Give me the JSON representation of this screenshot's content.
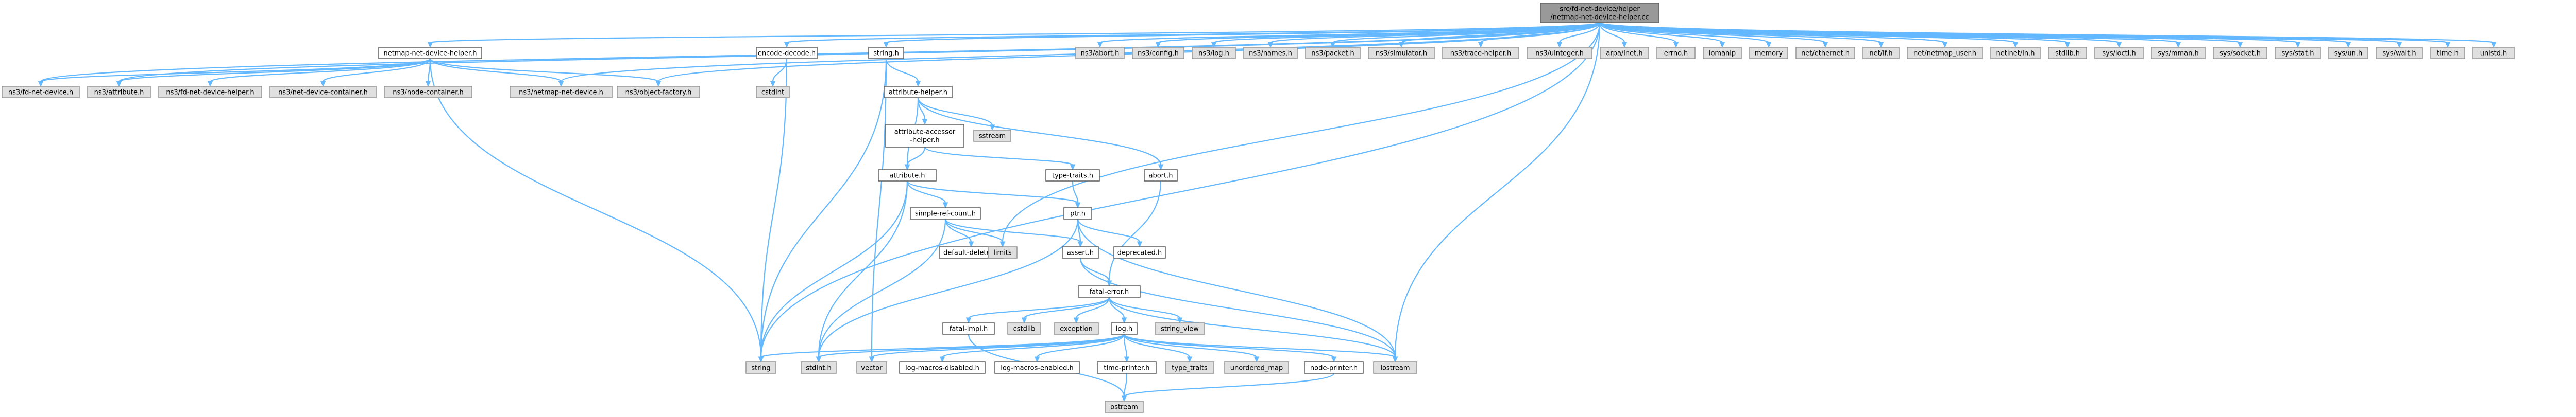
{
  "graph": {
    "title": "src/fd-net-device/helper/netmap-net-device-helper.cc",
    "nodes": [
      {
        "id": "root",
        "kind": "root",
        "lines": [
          "src/fd-net-device/helper",
          "/netmap-net-device-helper.cc"
        ]
      },
      {
        "id": "netmap_helper_h",
        "kind": "file",
        "lines": [
          "netmap-net-device-helper.h"
        ]
      },
      {
        "id": "encode_decode_h",
        "kind": "file",
        "lines": [
          "encode-decode.h"
        ]
      },
      {
        "id": "string_h",
        "kind": "file",
        "lines": [
          "string.h"
        ]
      },
      {
        "id": "ns3_fd_net_device_h",
        "kind": "ext",
        "lines": [
          "ns3/fd-net-device.h"
        ]
      },
      {
        "id": "ns3_attribute_h",
        "kind": "ext",
        "lines": [
          "ns3/attribute.h"
        ]
      },
      {
        "id": "ns3_fd_net_device_helper_h",
        "kind": "ext",
        "lines": [
          "ns3/fd-net-device-helper.h"
        ]
      },
      {
        "id": "ns3_net_device_container_h",
        "kind": "ext",
        "lines": [
          "ns3/net-device-container.h"
        ]
      },
      {
        "id": "ns3_node_container_h",
        "kind": "ext",
        "lines": [
          "ns3/node-container.h"
        ]
      },
      {
        "id": "ns3_netmap_net_device_h",
        "kind": "ext",
        "lines": [
          "ns3/netmap-net-device.h"
        ]
      },
      {
        "id": "ns3_object_factory_h",
        "kind": "ext",
        "lines": [
          "ns3/object-factory.h"
        ]
      },
      {
        "id": "cstdint",
        "kind": "ext",
        "lines": [
          "cstdint"
        ]
      },
      {
        "id": "attribute_helper_h",
        "kind": "file",
        "lines": [
          "attribute-helper.h"
        ]
      },
      {
        "id": "sstream",
        "kind": "ext",
        "lines": [
          "sstream"
        ]
      },
      {
        "id": "attribute_accessor_helper_h",
        "kind": "file",
        "lines": [
          "attribute-accessor",
          "-helper.h"
        ]
      },
      {
        "id": "type_traits_h",
        "kind": "file",
        "lines": [
          "type-traits.h"
        ]
      },
      {
        "id": "abort_h",
        "kind": "file",
        "lines": [
          "abort.h"
        ]
      },
      {
        "id": "attribute_h",
        "kind": "file",
        "lines": [
          "attribute.h"
        ]
      },
      {
        "id": "simple_ref_count_h",
        "kind": "file",
        "lines": [
          "simple-ref-count.h"
        ]
      },
      {
        "id": "ptr_h",
        "kind": "file",
        "lines": [
          "ptr.h"
        ]
      },
      {
        "id": "default_deleter_h",
        "kind": "file",
        "lines": [
          "default-deleter.h"
        ]
      },
      {
        "id": "limits",
        "kind": "ext",
        "lines": [
          "limits"
        ]
      },
      {
        "id": "assert_h",
        "kind": "file",
        "lines": [
          "assert.h"
        ]
      },
      {
        "id": "deprecated_h",
        "kind": "file",
        "lines": [
          "deprecated.h"
        ]
      },
      {
        "id": "fatal_error_h",
        "kind": "file",
        "lines": [
          "fatal-error.h"
        ]
      },
      {
        "id": "fatal_impl_h",
        "kind": "file",
        "lines": [
          "fatal-impl.h"
        ]
      },
      {
        "id": "cstdlib",
        "kind": "ext",
        "lines": [
          "cstdlib"
        ]
      },
      {
        "id": "exception",
        "kind": "ext",
        "lines": [
          "exception"
        ]
      },
      {
        "id": "log_h",
        "kind": "file",
        "lines": [
          "log.h"
        ]
      },
      {
        "id": "string_view",
        "kind": "ext",
        "lines": [
          "string_view"
        ]
      },
      {
        "id": "string",
        "kind": "ext",
        "lines": [
          "string"
        ]
      },
      {
        "id": "stdint_h",
        "kind": "ext",
        "lines": [
          "stdint.h"
        ]
      },
      {
        "id": "vector",
        "kind": "ext",
        "lines": [
          "vector"
        ]
      },
      {
        "id": "log_macros_disabled_h",
        "kind": "file",
        "lines": [
          "log-macros-disabled.h"
        ]
      },
      {
        "id": "log_macros_enabled_h",
        "kind": "file",
        "lines": [
          "log-macros-enabled.h"
        ]
      },
      {
        "id": "time_printer_h",
        "kind": "file",
        "lines": [
          "time-printer.h"
        ]
      },
      {
        "id": "type_traits",
        "kind": "ext",
        "lines": [
          "type_traits"
        ]
      },
      {
        "id": "unordered_map",
        "kind": "ext",
        "lines": [
          "unordered_map"
        ]
      },
      {
        "id": "node_printer_h",
        "kind": "file",
        "lines": [
          "node-printer.h"
        ]
      },
      {
        "id": "iostream",
        "kind": "ext",
        "lines": [
          "iostream"
        ]
      },
      {
        "id": "ostream",
        "kind": "ext",
        "lines": [
          "ostream"
        ]
      },
      {
        "id": "ns3_abort_h",
        "kind": "ext",
        "lines": [
          "ns3/abort.h"
        ]
      },
      {
        "id": "ns3_config_h",
        "kind": "ext",
        "lines": [
          "ns3/config.h"
        ]
      },
      {
        "id": "ns3_log_h",
        "kind": "ext",
        "lines": [
          "ns3/log.h"
        ]
      },
      {
        "id": "ns3_names_h",
        "kind": "ext",
        "lines": [
          "ns3/names.h"
        ]
      },
      {
        "id": "ns3_packet_h",
        "kind": "ext",
        "lines": [
          "ns3/packet.h"
        ]
      },
      {
        "id": "ns3_simulator_h",
        "kind": "ext",
        "lines": [
          "ns3/simulator.h"
        ]
      },
      {
        "id": "ns3_trace_helper_h",
        "kind": "ext",
        "lines": [
          "ns3/trace-helper.h"
        ]
      },
      {
        "id": "ns3_uinteger_h",
        "kind": "ext",
        "lines": [
          "ns3/uinteger.h"
        ]
      },
      {
        "id": "arpa_inet_h",
        "kind": "ext",
        "lines": [
          "arpa/inet.h"
        ]
      },
      {
        "id": "errno_h",
        "kind": "ext",
        "lines": [
          "errno.h"
        ]
      },
      {
        "id": "iomanip",
        "kind": "ext",
        "lines": [
          "iomanip"
        ]
      },
      {
        "id": "memory",
        "kind": "ext",
        "lines": [
          "memory"
        ]
      },
      {
        "id": "net_ethernet_h",
        "kind": "ext",
        "lines": [
          "net/ethernet.h"
        ]
      },
      {
        "id": "net_if_h",
        "kind": "ext",
        "lines": [
          "net/if.h"
        ]
      },
      {
        "id": "net_netmap_user_h",
        "kind": "ext",
        "lines": [
          "net/netmap_user.h"
        ]
      },
      {
        "id": "netinet_in_h",
        "kind": "ext",
        "lines": [
          "netinet/in.h"
        ]
      },
      {
        "id": "stdlib_h",
        "kind": "ext",
        "lines": [
          "stdlib.h"
        ]
      },
      {
        "id": "sys_ioctl_h",
        "kind": "ext",
        "lines": [
          "sys/ioctl.h"
        ]
      },
      {
        "id": "sys_mman_h",
        "kind": "ext",
        "lines": [
          "sys/mman.h"
        ]
      },
      {
        "id": "sys_socket_h",
        "kind": "ext",
        "lines": [
          "sys/socket.h"
        ]
      },
      {
        "id": "sys_stat_h",
        "kind": "ext",
        "lines": [
          "sys/stat.h"
        ]
      },
      {
        "id": "sys_un_h",
        "kind": "ext",
        "lines": [
          "sys/un.h"
        ]
      },
      {
        "id": "sys_wait_h",
        "kind": "ext",
        "lines": [
          "sys/wait.h"
        ]
      },
      {
        "id": "time_h",
        "kind": "ext",
        "lines": [
          "time.h"
        ]
      },
      {
        "id": "unistd_h",
        "kind": "ext",
        "lines": [
          "unistd.h"
        ]
      }
    ],
    "edges": [
      [
        "root",
        "netmap_helper_h"
      ],
      [
        "root",
        "encode_decode_h"
      ],
      [
        "root",
        "string_h"
      ],
      [
        "root",
        "ns3_fd_net_device_h"
      ],
      [
        "root",
        "ns3_attribute_h"
      ],
      [
        "root",
        "ns3_netmap_net_device_h"
      ],
      [
        "root",
        "ns3_object_factory_h"
      ],
      [
        "root",
        "string"
      ],
      [
        "root",
        "limits"
      ],
      [
        "root",
        "iostream"
      ],
      [
        "root",
        "ns3_abort_h"
      ],
      [
        "root",
        "ns3_config_h"
      ],
      [
        "root",
        "ns3_log_h"
      ],
      [
        "root",
        "ns3_names_h"
      ],
      [
        "root",
        "ns3_packet_h"
      ],
      [
        "root",
        "ns3_simulator_h"
      ],
      [
        "root",
        "ns3_trace_helper_h"
      ],
      [
        "root",
        "ns3_uinteger_h"
      ],
      [
        "root",
        "arpa_inet_h"
      ],
      [
        "root",
        "errno_h"
      ],
      [
        "root",
        "iomanip"
      ],
      [
        "root",
        "memory"
      ],
      [
        "root",
        "net_ethernet_h"
      ],
      [
        "root",
        "net_if_h"
      ],
      [
        "root",
        "net_netmap_user_h"
      ],
      [
        "root",
        "netinet_in_h"
      ],
      [
        "root",
        "stdlib_h"
      ],
      [
        "root",
        "sys_ioctl_h"
      ],
      [
        "root",
        "sys_mman_h"
      ],
      [
        "root",
        "sys_socket_h"
      ],
      [
        "root",
        "sys_stat_h"
      ],
      [
        "root",
        "sys_un_h"
      ],
      [
        "root",
        "sys_wait_h"
      ],
      [
        "root",
        "time_h"
      ],
      [
        "root",
        "unistd_h"
      ],
      [
        "netmap_helper_h",
        "ns3_fd_net_device_h"
      ],
      [
        "netmap_helper_h",
        "ns3_attribute_h"
      ],
      [
        "netmap_helper_h",
        "ns3_fd_net_device_helper_h"
      ],
      [
        "netmap_helper_h",
        "ns3_net_device_container_h"
      ],
      [
        "netmap_helper_h",
        "ns3_node_container_h"
      ],
      [
        "netmap_helper_h",
        "ns3_netmap_net_device_h"
      ],
      [
        "netmap_helper_h",
        "ns3_object_factory_h"
      ],
      [
        "netmap_helper_h",
        "string"
      ],
      [
        "encode_decode_h",
        "cstdint"
      ],
      [
        "encode_decode_h",
        "string"
      ],
      [
        "string_h",
        "attribute_helper_h"
      ],
      [
        "string_h",
        "string"
      ],
      [
        "string_h",
        "vector"
      ],
      [
        "attribute_helper_h",
        "attribute_accessor_helper_h"
      ],
      [
        "attribute_helper_h",
        "sstream"
      ],
      [
        "attribute_helper_h",
        "abort_h"
      ],
      [
        "attribute_helper_h",
        "attribute_h"
      ],
      [
        "attribute_accessor_helper_h",
        "attribute_h"
      ],
      [
        "attribute_accessor_helper_h",
        "type_traits_h"
      ],
      [
        "type_traits_h",
        "ptr_h"
      ],
      [
        "abort_h",
        "fatal_error_h"
      ],
      [
        "attribute_h",
        "ptr_h"
      ],
      [
        "attribute_h",
        "simple_ref_count_h"
      ],
      [
        "attribute_h",
        "string"
      ],
      [
        "attribute_h",
        "stdint_h"
      ],
      [
        "simple_ref_count_h",
        "assert_h"
      ],
      [
        "simple_ref_count_h",
        "default_deleter_h"
      ],
      [
        "simple_ref_count_h",
        "limits"
      ],
      [
        "simple_ref_count_h",
        "stdint_h"
      ],
      [
        "ptr_h",
        "assert_h"
      ],
      [
        "ptr_h",
        "deprecated_h"
      ],
      [
        "ptr_h",
        "iostream"
      ],
      [
        "ptr_h",
        "stdint_h"
      ],
      [
        "assert_h",
        "fatal_error_h"
      ],
      [
        "assert_h",
        "iostream"
      ],
      [
        "fatal_error_h",
        "fatal_impl_h"
      ],
      [
        "fatal_error_h",
        "cstdlib"
      ],
      [
        "fatal_error_h",
        "exception"
      ],
      [
        "fatal_error_h",
        "log_h"
      ],
      [
        "fatal_error_h",
        "string_view"
      ],
      [
        "fatal_error_h",
        "iostream"
      ],
      [
        "fatal_impl_h",
        "ostream"
      ],
      [
        "log_h",
        "log_macros_disabled_h"
      ],
      [
        "log_h",
        "log_macros_enabled_h"
      ],
      [
        "log_h",
        "node_printer_h"
      ],
      [
        "log_h",
        "time_printer_h"
      ],
      [
        "log_h",
        "iostream"
      ],
      [
        "log_h",
        "string"
      ],
      [
        "log_h",
        "type_traits"
      ],
      [
        "log_h",
        "unordered_map"
      ],
      [
        "log_h",
        "vector"
      ],
      [
        "log_h",
        "stdint_h"
      ],
      [
        "time_printer_h",
        "ostream"
      ],
      [
        "node_printer_h",
        "ostream"
      ]
    ]
  }
}
